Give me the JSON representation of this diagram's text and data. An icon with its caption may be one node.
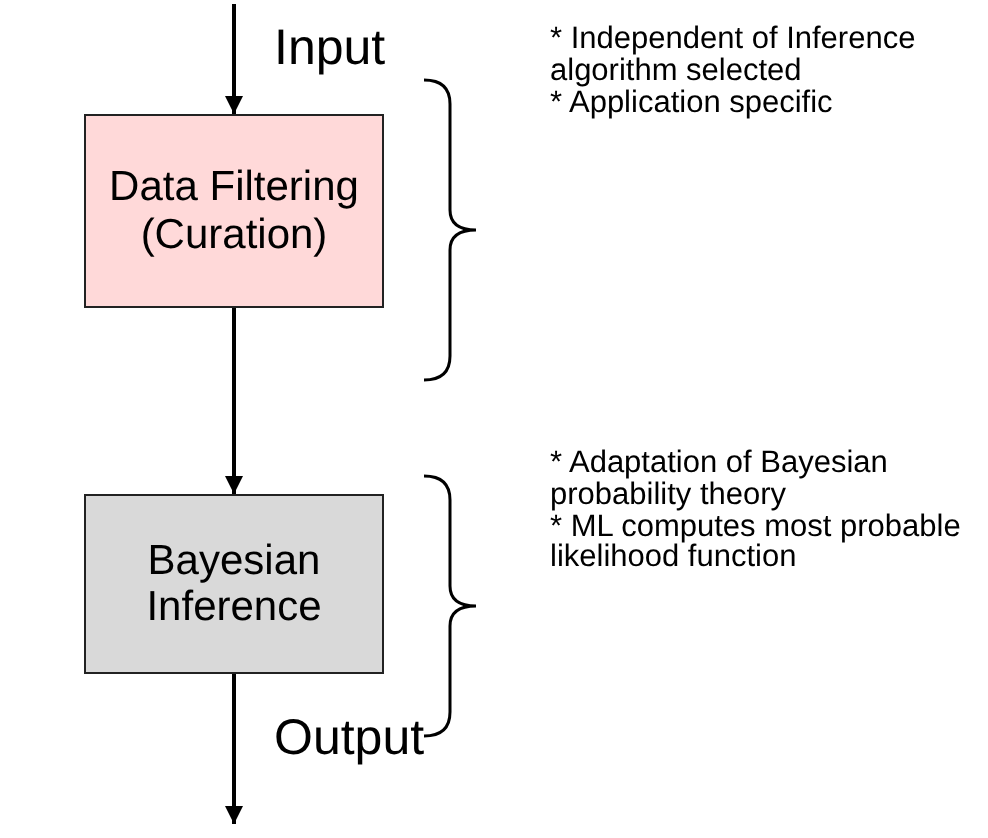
{
  "diagram": {
    "nodes": [
      {
        "text": [
          "Data Filtering (Curation)"
        ],
        "beside": [
          "* Independent of Inference algorithm selected",
          "* Application specific"
        ]
      },
      {
        "text": [
          "Bayesian Inference"
        ],
        "beside": [
          "* Adaptation of Bayesian probability theory",
          "* ML computes most probable likelihood function"
        ]
      }
    ],
    "edges": [
      {
        "from": null,
        "to": 0,
        "arrow": "to",
        "label": "Input"
      },
      {
        "from": 0,
        "to": 1,
        "arrow": "to"
      },
      {
        "from": 1,
        "to": null,
        "arrow": "to",
        "label": "Output"
      }
    ]
  }
}
